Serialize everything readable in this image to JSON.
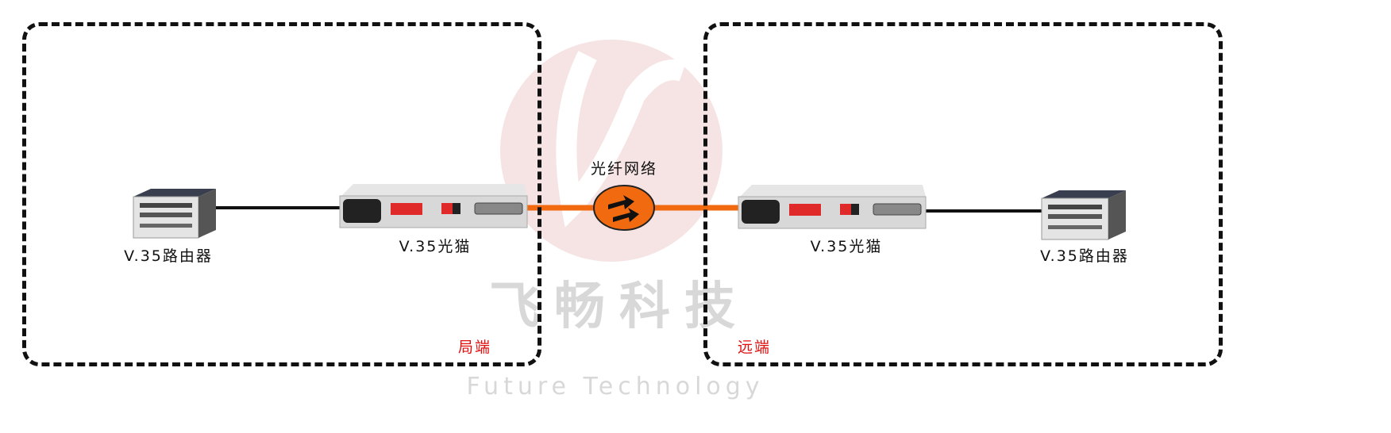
{
  "watermark": {
    "brand_cn": "飞畅科技",
    "brand_en": "Future Technology"
  },
  "network_label": "光纤网络",
  "left": {
    "router_label": "V.35路由器",
    "modem_label": "V.35光猫",
    "site_label": "局端"
  },
  "right": {
    "router_label": "V.35路由器",
    "modem_label": "V.35光猫",
    "site_label": "远端"
  },
  "colors": {
    "fiber": "#f26a10",
    "copper": "#111111",
    "site_label": "#e01010",
    "watermark": "#f3dada"
  }
}
